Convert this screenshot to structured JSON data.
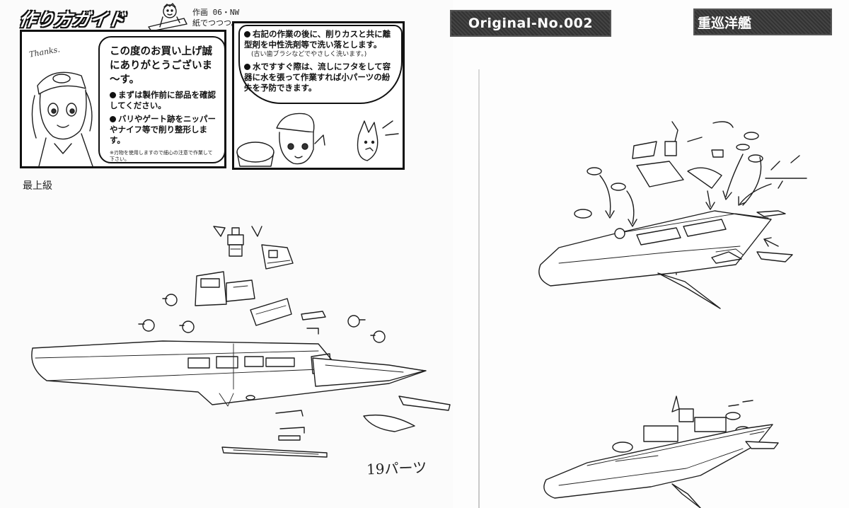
{
  "header": {
    "guide_title": "作り方ガイド",
    "credit_line1": "作画 06・NW",
    "credit_line2": "紙でつつつ。"
  },
  "panel_a": {
    "thanks": "Thanks.",
    "greeting": "この度のお買い上げ誠にありがとうございま～す。",
    "bullet1": "まずは製作前に部品を確認してください。",
    "bullet2": "バリやゲート跡をニッパーやナイフ等で削り整形します。",
    "note": "※刃物を使用しますので細心の注意で作業して下さい。"
  },
  "panel_b": {
    "bullet1": "右記の作業の後に、削りカスと共に離型剤を中性洗剤等で洗い落とします。",
    "paren": "(古い歯ブラシなどでやさしく洗います。)",
    "bullet2": "水ですすぐ際は、流しにフタをして容器に水を張って作業すれば小パーツの紛失を予防できます。"
  },
  "left_page": {
    "grade_caption": "最上級",
    "parts_count": "19パーツ"
  },
  "right_page": {
    "original_no": "Original-No.002",
    "ship_name": "重巡洋艦"
  },
  "icons": {
    "bullet": "filled-circle-icon",
    "mascot": "mascot-character-icon",
    "arrow": "assembly-arrow-icon"
  }
}
